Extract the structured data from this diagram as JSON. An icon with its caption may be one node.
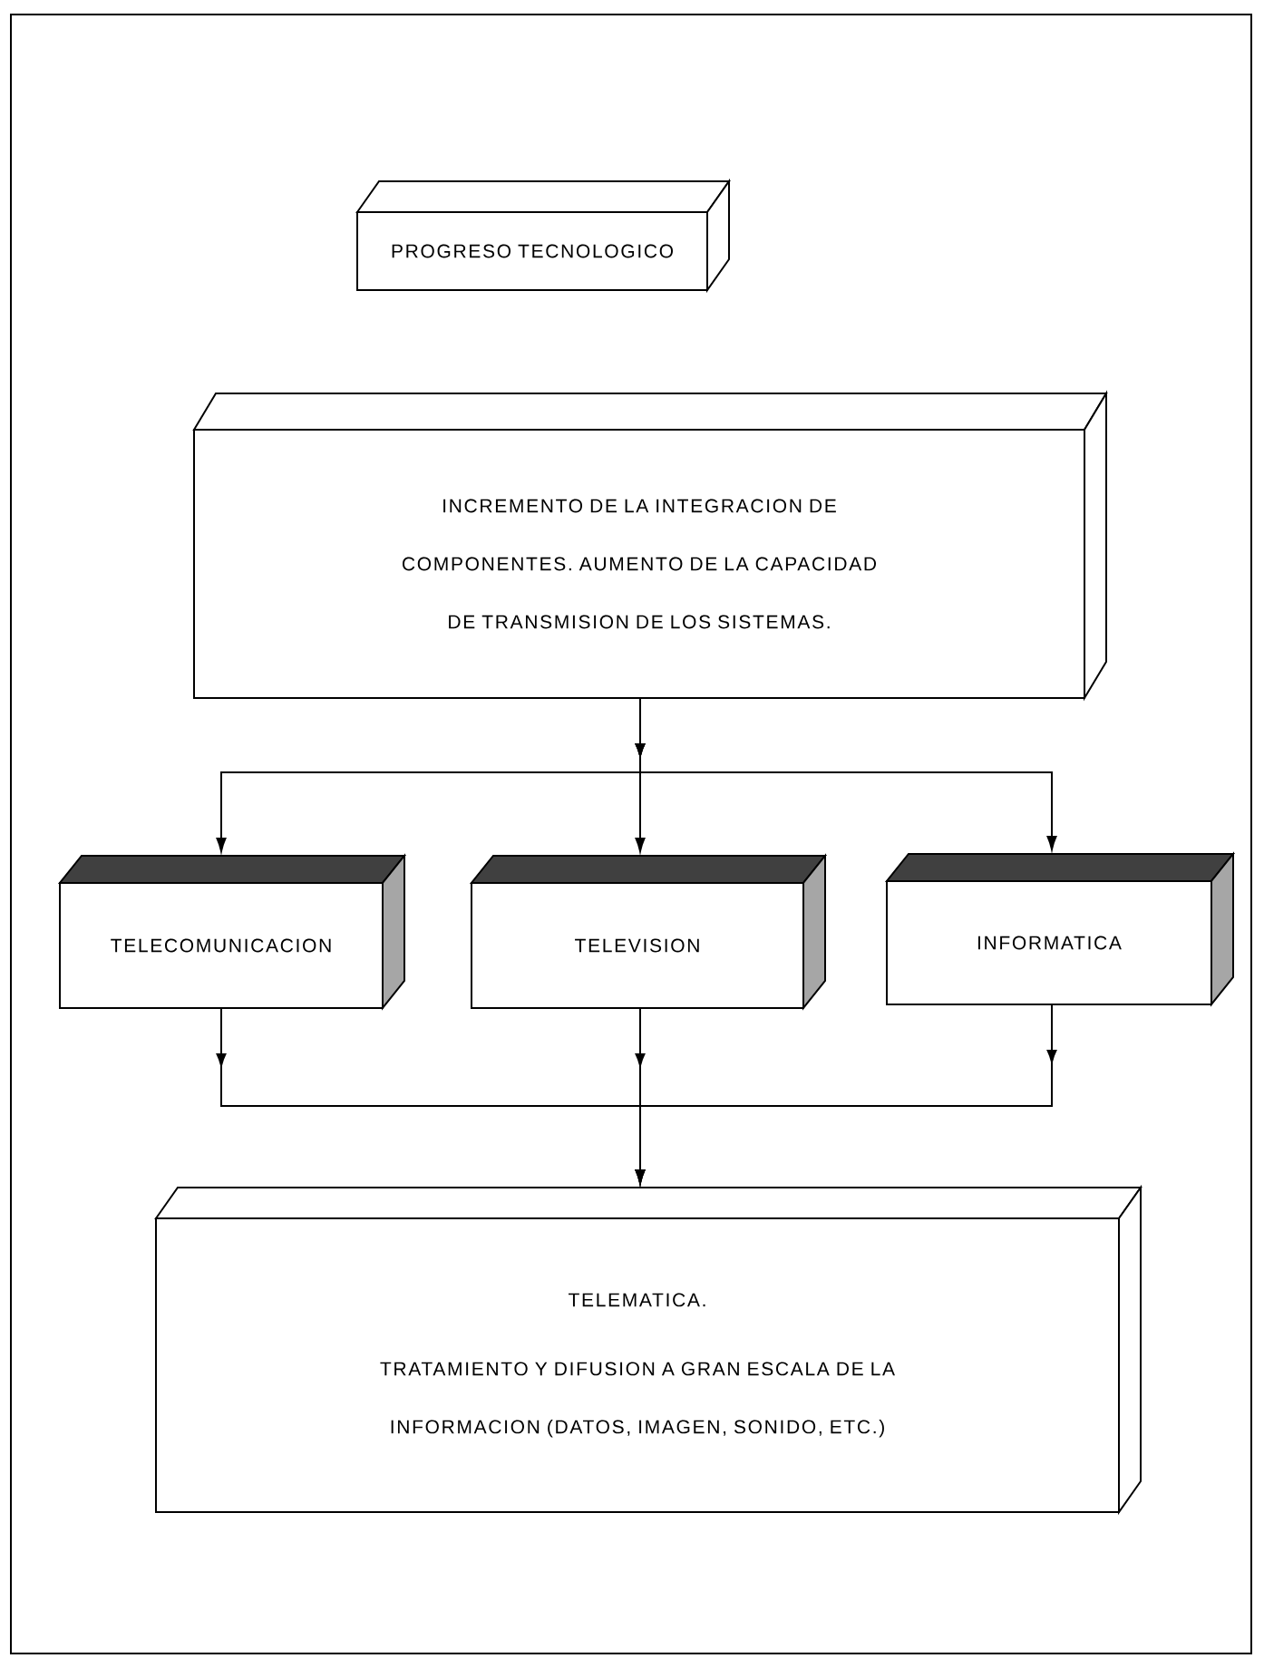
{
  "diagram": {
    "nodes": [
      {
        "text": [
          "PROGRESO TECNOLOGICO"
        ]
      },
      {
        "text": [
          "INCREMENTO DE LA INTEGRACION DE COMPONENTES. AUMENTO DE LA CAPACIDAD DE TRANSMISION DE LOS SISTEMAS."
        ]
      },
      {
        "text": [
          "TELECOMUNICACION"
        ]
      },
      {
        "text": [
          "TELEVISION"
        ]
      },
      {
        "text": [
          "INFORMATICA"
        ]
      },
      {
        "text": [
          "TELEMATICA.",
          "TRATAMIENTO Y DIFUSION A GRAN ESCALA DE LA INFORMACION (DATOS, IMAGEN, SONIDO, ETC.)"
        ]
      }
    ],
    "edges": [
      {
        "from": 1,
        "to": 2,
        "arrow": "to"
      },
      {
        "from": 1,
        "to": 3,
        "arrow": "to"
      },
      {
        "from": 1,
        "to": 4,
        "arrow": "to"
      },
      {
        "from": 2,
        "to": 5,
        "arrow": "to"
      },
      {
        "from": 3,
        "to": 5,
        "arrow": "to"
      },
      {
        "from": 4,
        "to": 5,
        "arrow": "to"
      }
    ]
  }
}
